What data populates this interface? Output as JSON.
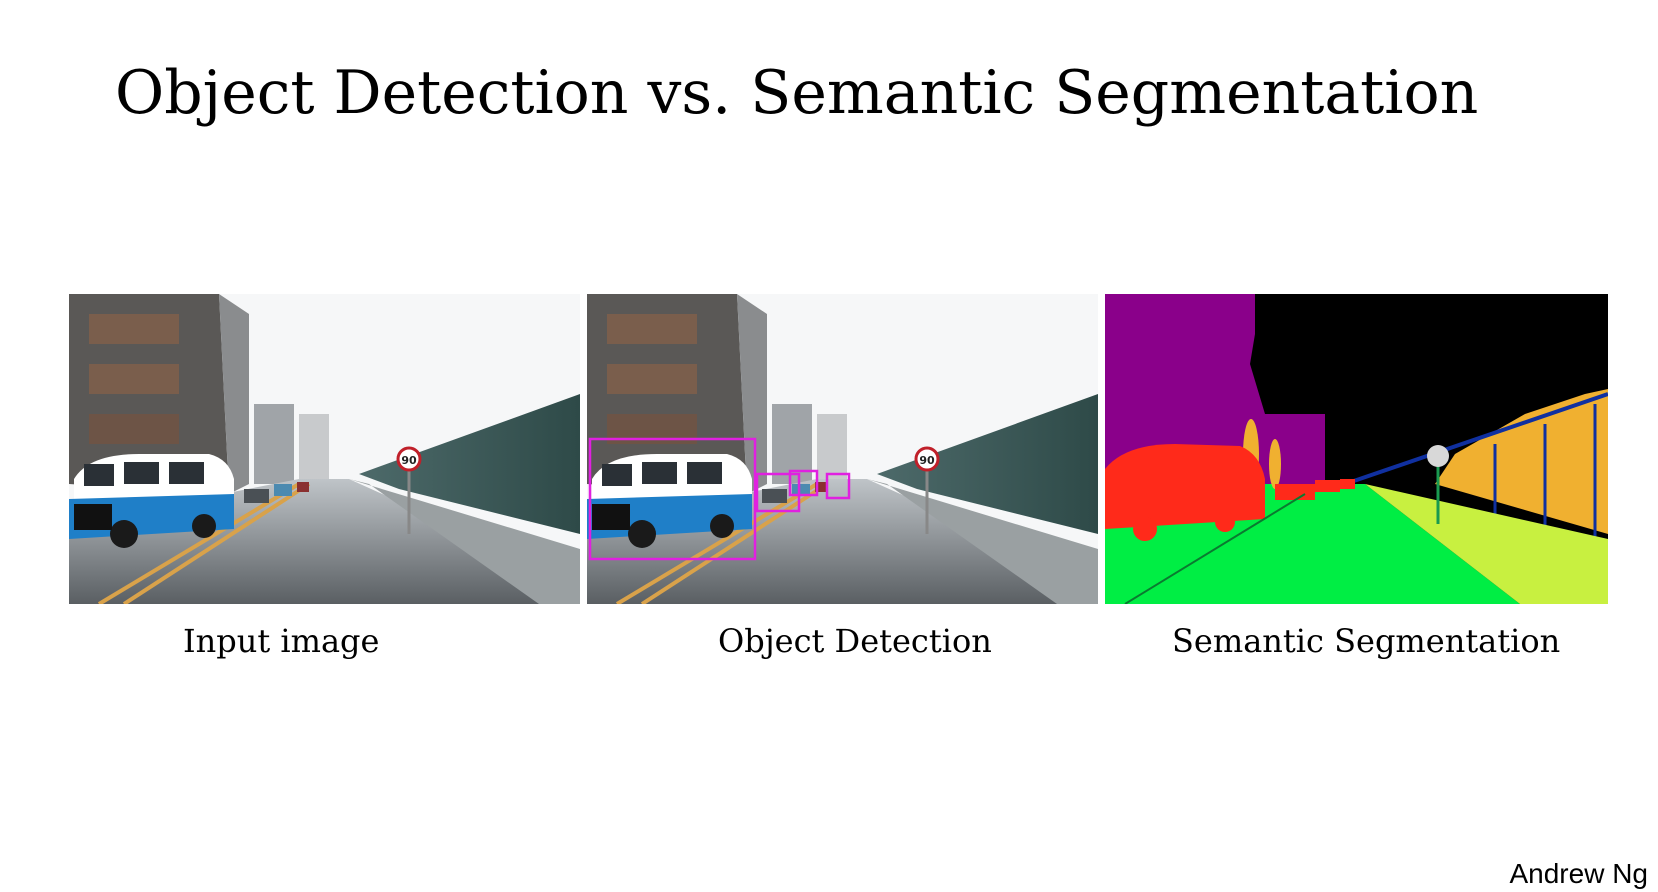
{
  "slide": {
    "title": "Object Detection vs. Semantic Segmentation",
    "author": "Andrew Ng"
  },
  "panels": [
    {
      "caption": "Input image",
      "speed_sign": "90"
    },
    {
      "caption": "Object Detection",
      "speed_sign": "90",
      "box_color": "#e020e0"
    },
    {
      "caption": "Semantic Segmentation"
    }
  ],
  "segmentation_colors": {
    "building": "#8a008a",
    "sky": "#000000",
    "car": "#ff2a1a",
    "road": "#00ee44",
    "sidewalk": "#c8f040",
    "vegetation": "#f0b030",
    "fence": "#1030a0"
  }
}
